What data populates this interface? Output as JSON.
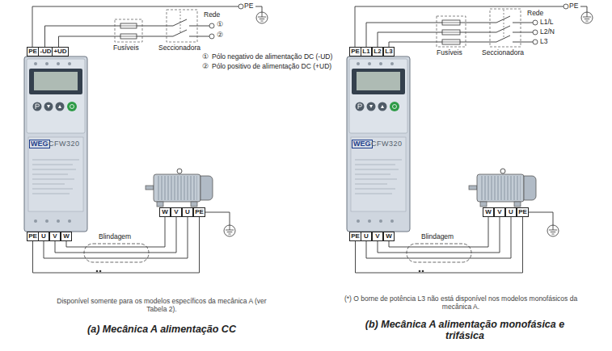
{
  "diagram": {
    "nodes": [
      {
        "text": [
          "PE"
        ]
      },
      {
        "text": [
          "-UD"
        ]
      },
      {
        "text": [
          "+UD"
        ]
      },
      {
        "text": [
          "PE"
        ]
      },
      {
        "text": [
          "U"
        ]
      },
      {
        "text": [
          "V"
        ]
      },
      {
        "text": [
          "W"
        ]
      },
      {
        "text": [
          "W"
        ]
      },
      {
        "text": [
          "V"
        ]
      },
      {
        "text": [
          "U"
        ]
      },
      {
        "text": [
          "PE"
        ]
      },
      {
        "text": [
          "PE"
        ]
      },
      {
        "text": [
          "L1"
        ]
      },
      {
        "text": [
          "L2"
        ]
      },
      {
        "text": [
          "L3"
        ]
      },
      {
        "text": [
          "PE"
        ]
      },
      {
        "text": [
          "U"
        ]
      },
      {
        "text": [
          "V"
        ]
      },
      {
        "text": [
          "W"
        ]
      },
      {
        "text": [
          "W"
        ]
      },
      {
        "text": [
          "V"
        ]
      },
      {
        "text": [
          "U"
        ]
      },
      {
        "text": [
          "PE"
        ]
      }
    ],
    "edges": [
      {
        "from": 4,
        "to": 9,
        "arrow": "none"
      },
      {
        "from": 5,
        "to": 8,
        "arrow": "none"
      },
      {
        "from": 6,
        "to": 7,
        "arrow": "none"
      },
      {
        "from": 3,
        "to": 10,
        "arrow": "none"
      },
      {
        "from": 16,
        "to": 21,
        "arrow": "none"
      },
      {
        "from": 17,
        "to": 20,
        "arrow": "none"
      },
      {
        "from": 18,
        "to": 19,
        "arrow": "none"
      },
      {
        "from": 15,
        "to": 22,
        "arrow": "none"
      }
    ],
    "labels": [
      "PE",
      "Rede",
      "①",
      "②",
      "Fusíveis",
      "Seccionadora",
      "①",
      "Pólo negativo de alimentação DC (-UD)",
      "②",
      "Pólo positivo de alimentação DC (+UD)",
      "WEG",
      "CFW320",
      "Blindagem",
      "Disponível somente para os modelos específicos da mecânica A (ver Tabela 2).",
      "(a) Mecânica A alimentação CC",
      "PE",
      "Rede",
      "L1/L",
      "L2/N",
      "L3",
      "Fusíveis",
      "Seccionadora",
      "WEG",
      "CFW320",
      "Blindagem",
      "(*) O borne de potência L3 não está disponível nos modelos monofásicos da mecânica A.",
      "(b) Mecânica A alimentação monofásica e trifásica"
    ]
  }
}
